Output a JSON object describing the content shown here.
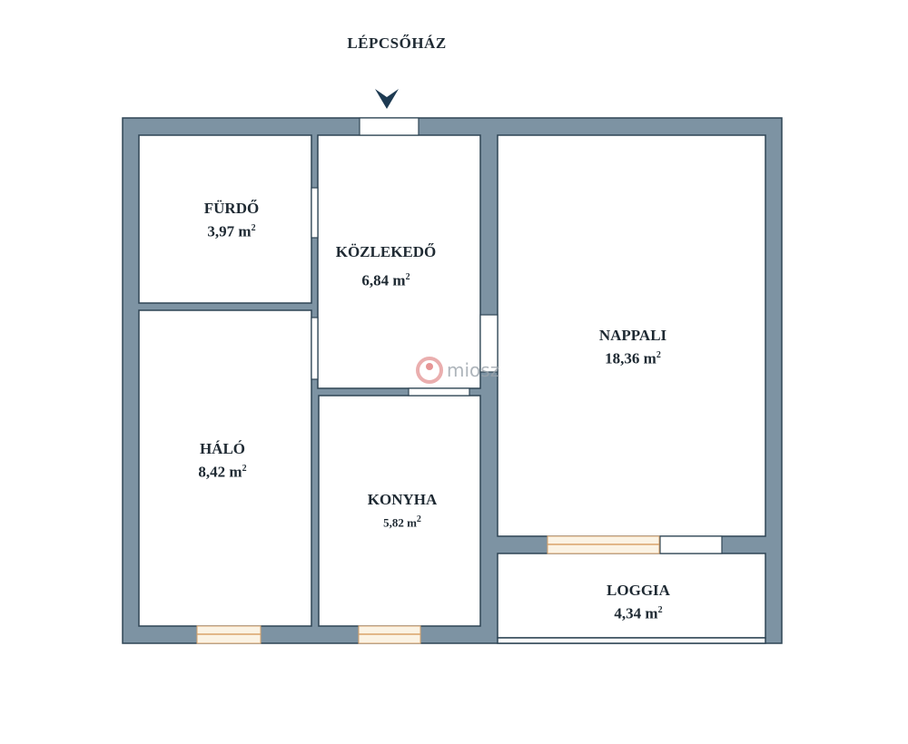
{
  "title": "LÉPCSŐHÁZ",
  "rooms": [
    {
      "name": "FÜRDŐ",
      "area": "3,97 m",
      "unit_sup": "2"
    },
    {
      "name": "KÖZLEKEDŐ",
      "area": "6,84 m",
      "unit_sup": "2"
    },
    {
      "name": "NAPPALI",
      "area": "18,36 m",
      "unit_sup": "2"
    },
    {
      "name": "HÁLÓ",
      "area": "8,42 m",
      "unit_sup": "2"
    },
    {
      "name": "KONYHA",
      "area": "5,82 m",
      "unit_sup": "2"
    },
    {
      "name": "LOGGIA",
      "area": "4,34 m",
      "unit_sup": "2"
    }
  ],
  "watermark": "miosz",
  "colors": {
    "wall": "#7d93a3",
    "outline": "#2f4555",
    "window": "#fbf3e4",
    "window_line": "#d9a36a"
  }
}
